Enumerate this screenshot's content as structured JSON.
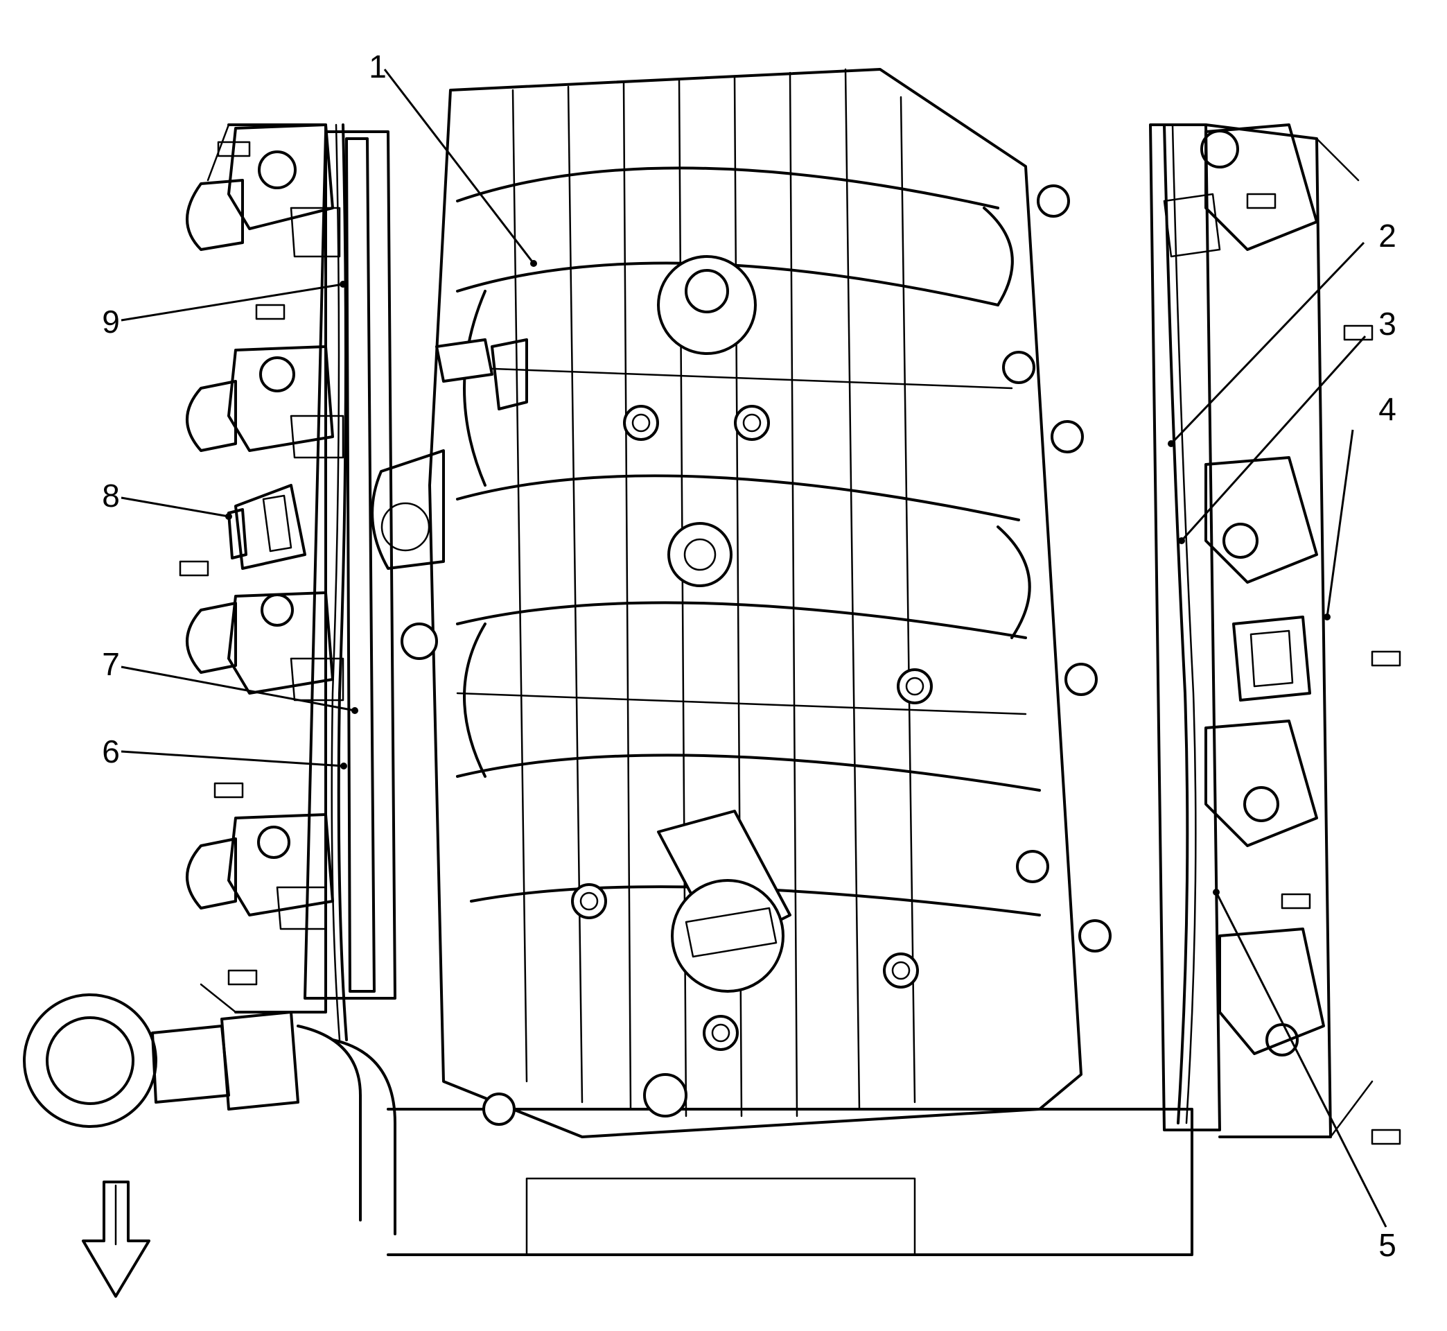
{
  "callouts": [
    {
      "id": "1",
      "label": "1"
    },
    {
      "id": "2",
      "label": "2"
    },
    {
      "id": "3",
      "label": "3"
    },
    {
      "id": "4",
      "label": "4"
    },
    {
      "id": "5",
      "label": "5"
    },
    {
      "id": "6",
      "label": "6"
    },
    {
      "id": "7",
      "label": "7"
    },
    {
      "id": "8",
      "label": "8"
    },
    {
      "id": "9",
      "label": "9"
    }
  ],
  "colors": {
    "ink": "#000000",
    "paper": "#ffffff"
  },
  "icons": {
    "direction_arrow": "down-arrow-icon"
  }
}
